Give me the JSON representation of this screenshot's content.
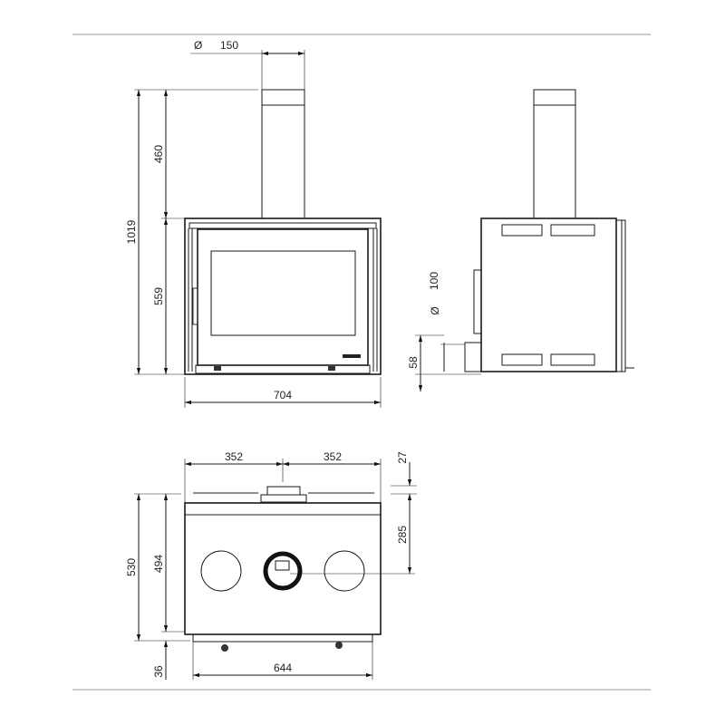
{
  "front_view": {
    "flue_diameter_symbol": "Ø",
    "flue_diameter": "150",
    "total_height": "1019",
    "flue_height": "460",
    "body_height": "559",
    "width": "704"
  },
  "side_view": {
    "inlet_diameter_symbol": "Ø",
    "inlet_diameter": "100",
    "inlet_height": "58"
  },
  "top_view": {
    "half_width_left": "352",
    "half_width_right": "352",
    "top_offset": "27",
    "flue_offset": "285",
    "total_depth": "530",
    "body_depth": "494",
    "bottom_depth": "36",
    "base_width": "644"
  }
}
